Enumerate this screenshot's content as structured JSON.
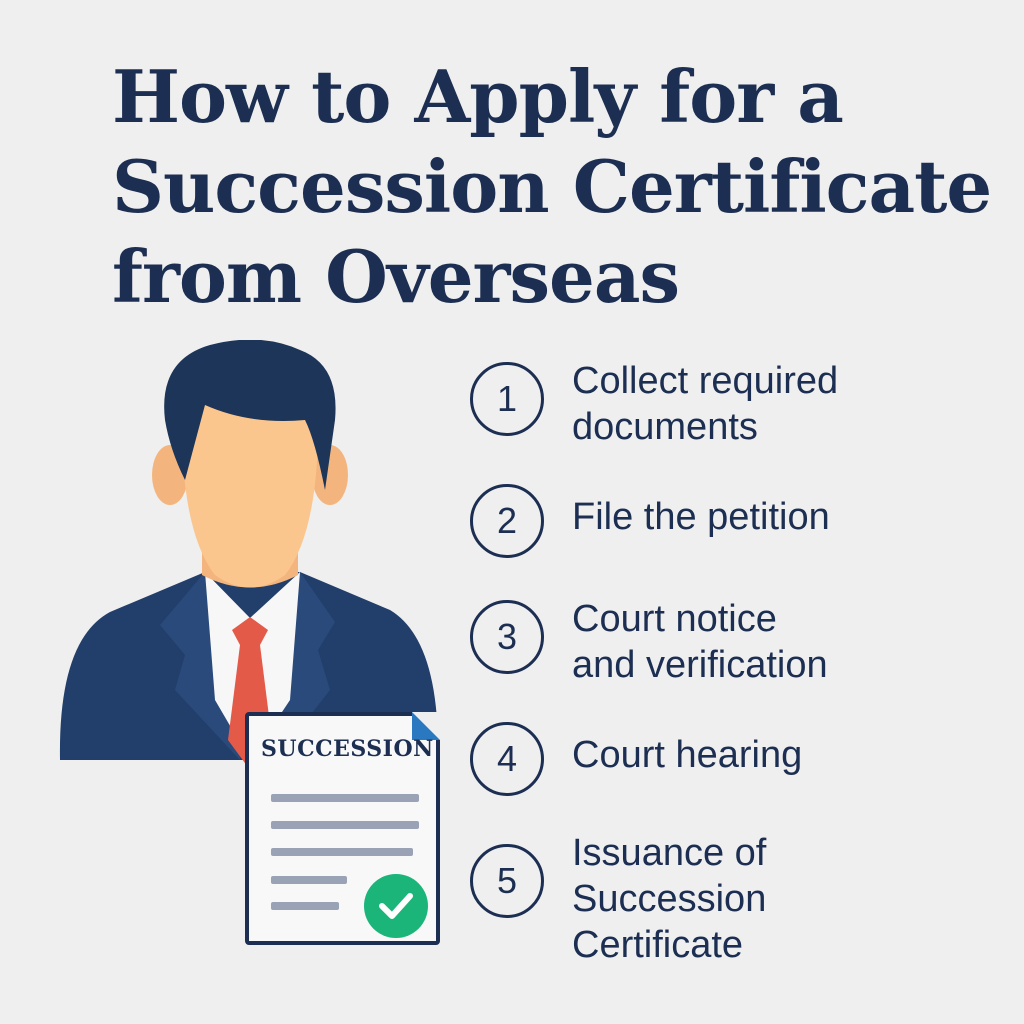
{
  "title": {
    "lines": [
      "How to Apply for a",
      "Succession Certificate",
      "from Overseas"
    ]
  },
  "illustration": {
    "document_label": "SUCCESSION",
    "colors": {
      "hair": "#1c3558",
      "skin": "#fbc68d",
      "suit": "#223e6a",
      "suit_light": "#2a4a7c",
      "shirt": "#f7f7f7",
      "tie": "#e45a48",
      "doc_border": "#1c2e51",
      "doc_lines": "#9aa3b5",
      "check": "#1bb57a",
      "corner": "#2a78c0"
    }
  },
  "steps": [
    {
      "number": "1",
      "lines": [
        "Collect required",
        "documents"
      ]
    },
    {
      "number": "2",
      "lines": [
        "File the petition"
      ]
    },
    {
      "number": "3",
      "lines": [
        "Court notice",
        "and verification"
      ]
    },
    {
      "number": "4",
      "lines": [
        "Court hearing"
      ]
    },
    {
      "number": "5",
      "lines": [
        "Issuance of",
        "Succession",
        "Certificate"
      ]
    }
  ],
  "colors": {
    "background": "#efefef",
    "text": "#1c2e51"
  }
}
